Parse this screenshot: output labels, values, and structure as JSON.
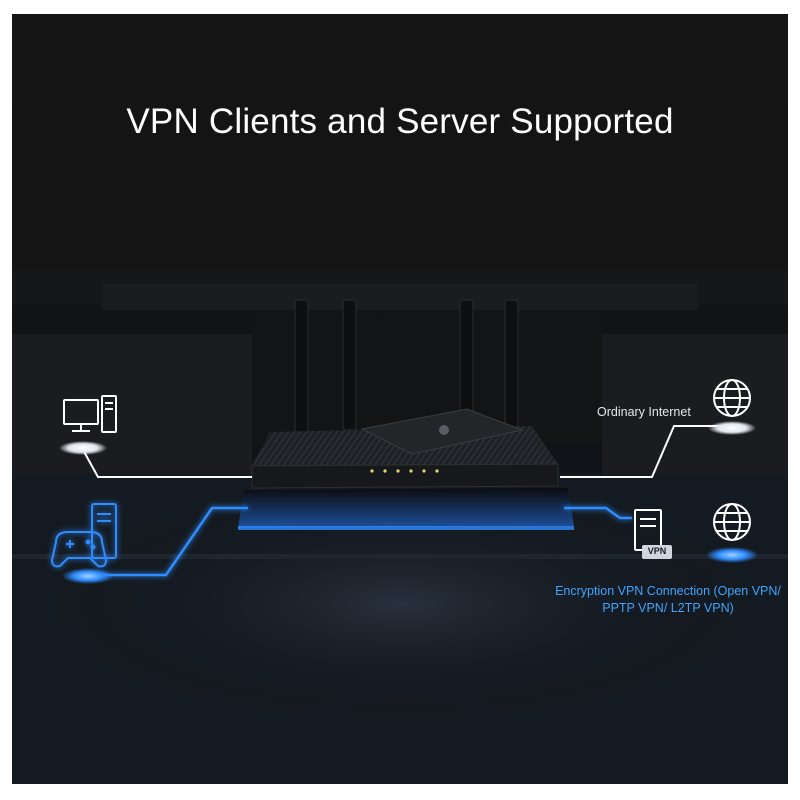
{
  "title": "VPN Clients and Server Supported",
  "labels": {
    "ordinary_internet": "Ordinary Internet",
    "vpn_connection": "Encryption VPN Connection (Open VPN/ PPTP VPN/ L2TP VPN)",
    "vpn_badge": "VPN"
  },
  "icons": {
    "desktop": "desktop-computer-icon",
    "gaming": "gamepad-console-icon",
    "globe_ordinary": "globe-icon",
    "globe_vpn": "globe-icon",
    "vpn_server": "vpn-server-icon",
    "router": "router-device"
  },
  "colors": {
    "background": "#141414",
    "ordinary_line": "#ffffff",
    "vpn_line": "#2f8cff",
    "vpn_text": "#3fa4ff",
    "title_text": "#ffffff"
  }
}
